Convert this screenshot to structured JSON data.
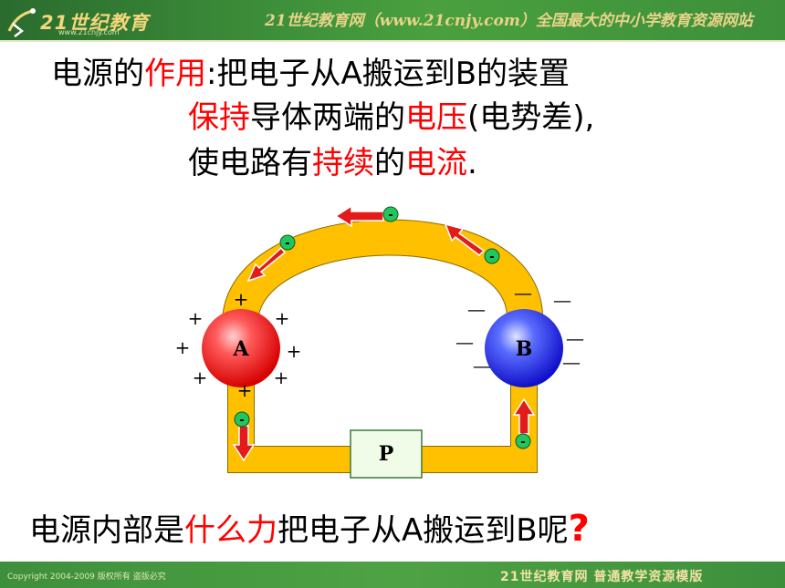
{
  "header": {
    "logo_text": "21世纪教育",
    "logo_url": "www.21cnjy.com",
    "slogan": "21世纪教育网（www.21cnjy.com）全国最大的中小学教育资源网站"
  },
  "content": {
    "line1": {
      "prefix": "电源的",
      "highlight": "作用",
      "rest": ":把电子从A搬运到B的装置"
    },
    "line2": {
      "hl1": "保持",
      "mid": "导体两端的",
      "hl2": "电压",
      "rest": "(电势差),"
    },
    "line3": {
      "prefix": "使电路有",
      "hl1": "持续",
      "mid": "的",
      "hl2": "电流",
      "rest": "."
    },
    "question": {
      "prefix": "电源内部是",
      "highlight": "什么力",
      "rest": "把电子从A搬运到B呢",
      "mark": "?"
    }
  },
  "diagram": {
    "ball_a_label": "A",
    "ball_b_label": "B",
    "box_label": "P",
    "plus_sign": "+",
    "minus_sign": "—",
    "electron_sign": "-",
    "colors": {
      "wire": "#ffc000",
      "arrow": "#e31b1b",
      "electron": "#22c55e",
      "ball_a": "#ff3030",
      "ball_b": "#2f3ff0",
      "box": "#f0fbe8"
    }
  },
  "footer": {
    "copyright": "Copyright 2004-2009 版权所有 盗版必究",
    "right": "21世纪教育网    普通教学资源模版"
  }
}
